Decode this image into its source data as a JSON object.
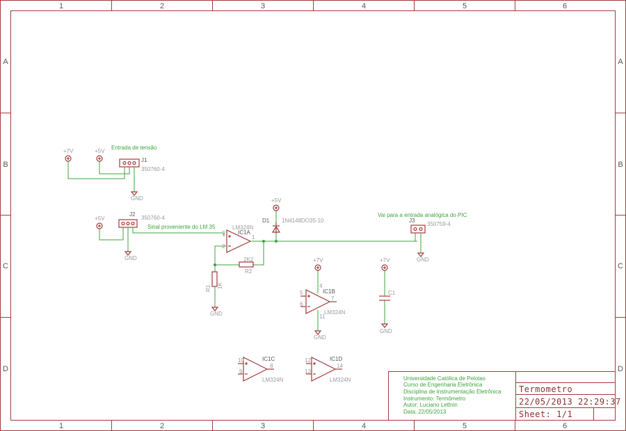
{
  "frame": {
    "columns": [
      "1",
      "2",
      "3",
      "4",
      "5",
      "6"
    ],
    "rows": [
      "A",
      "B",
      "C",
      "D"
    ]
  },
  "labels": {
    "entrada": "Entrada de tensão",
    "sinal": "Sinal proveniente do LM 35",
    "vai": "Vai para a entrada analógica do PIC"
  },
  "power": {
    "p7v": "+7V",
    "p5v": "+5V",
    "gnd": "GND"
  },
  "parts": {
    "j1_name": "J1",
    "j1_value": "350760-4",
    "j2_name": "J2",
    "j2_value": "350760-4",
    "j3_name": "J3",
    "j3_value": "350759-4",
    "ic1a_name": "IC1A",
    "ic1b_name": "IC1B",
    "ic1c_name": "IC1C",
    "ic1d_name": "IC1D",
    "opamp_value": "LM324N",
    "d1_name": "D1",
    "d1_value": "1N4148DO35-10",
    "r1_name": "R1",
    "r1_value": "1K",
    "r2_name": "R2",
    "r2_value": "2K2",
    "c1_name": "C1"
  },
  "pins": {
    "p1": "1",
    "p2": "2",
    "p3": "3",
    "p4": "4",
    "p5": "5",
    "p6": "6",
    "p7": "7",
    "p8": "8",
    "p9": "9",
    "p10": "10",
    "p11": "11",
    "p12": "12",
    "p13": "13",
    "p14": "14"
  },
  "info_block": [
    "Universidade Católica de Pelotas",
    "Curso de Engenharia Eletrônica",
    "Disciplina de Instrumentação Eletrônica",
    "Instrumento: Termômetro",
    "Autor: Luciano Lettnin",
    "Data: 22/05/2013"
  ],
  "title_block": {
    "title": "Termometro",
    "datetime": "22/05/2013 22:29:37",
    "sheet": "Sheet: 1/1"
  },
  "colors": {
    "symbol": "#a33a3a",
    "wire": "#3da33d",
    "text_gray": "#9a9a9a"
  }
}
